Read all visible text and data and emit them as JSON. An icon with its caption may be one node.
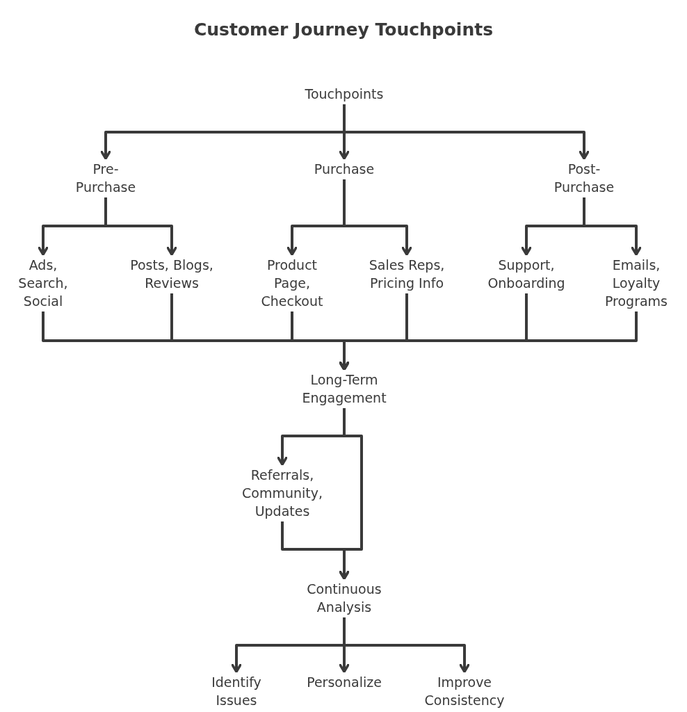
{
  "diagram": {
    "title": "Customer Journey Touchpoints",
    "nodes": [
      {
        "text": [
          "Touchpoints"
        ]
      },
      {
        "text": [
          "Pre-Purchase"
        ]
      },
      {
        "text": [
          "Purchase"
        ]
      },
      {
        "text": [
          "Post-Purchase"
        ]
      },
      {
        "text": [
          "Ads, Search, Social"
        ]
      },
      {
        "text": [
          "Posts, Blogs, Reviews"
        ]
      },
      {
        "text": [
          "Product Page, Checkout"
        ]
      },
      {
        "text": [
          "Sales Reps, Pricing Info"
        ]
      },
      {
        "text": [
          "Support, Onboarding"
        ]
      },
      {
        "text": [
          "Emails, Loyalty Programs"
        ]
      },
      {
        "text": [
          "Long-Term Engagement"
        ]
      },
      {
        "text": [
          "Referrals, Community, Updates"
        ]
      },
      {
        "text": [
          "Continuous Analysis"
        ]
      },
      {
        "text": [
          "Identify Issues"
        ]
      },
      {
        "text": [
          "Personalize"
        ]
      },
      {
        "text": [
          "Improve Consistency"
        ]
      }
    ],
    "edges": [
      {
        "from": 0,
        "to": 1,
        "arrow": "to"
      },
      {
        "from": 0,
        "to": 2,
        "arrow": "to"
      },
      {
        "from": 0,
        "to": 3,
        "arrow": "to"
      },
      {
        "from": 1,
        "to": 4,
        "arrow": "to"
      },
      {
        "from": 1,
        "to": 5,
        "arrow": "to"
      },
      {
        "from": 2,
        "to": 6,
        "arrow": "to"
      },
      {
        "from": 2,
        "to": 7,
        "arrow": "to"
      },
      {
        "from": 3,
        "to": 8,
        "arrow": "to"
      },
      {
        "from": 3,
        "to": 9,
        "arrow": "to"
      },
      {
        "from": 4,
        "to": 10,
        "arrow": "to"
      },
      {
        "from": 5,
        "to": 10,
        "arrow": "to"
      },
      {
        "from": 6,
        "to": 10,
        "arrow": "to"
      },
      {
        "from": 7,
        "to": 10,
        "arrow": "to"
      },
      {
        "from": 8,
        "to": 10,
        "arrow": "to"
      },
      {
        "from": 9,
        "to": 10,
        "arrow": "to"
      },
      {
        "from": 10,
        "to": 11,
        "arrow": "to"
      },
      {
        "from": 10,
        "to": 12,
        "arrow": "to"
      },
      {
        "from": 11,
        "to": 12,
        "arrow": "to"
      },
      {
        "from": 12,
        "to": 13,
        "arrow": "to"
      },
      {
        "from": 12,
        "to": 14,
        "arrow": "to"
      },
      {
        "from": 12,
        "to": 15,
        "arrow": "to"
      }
    ]
  }
}
